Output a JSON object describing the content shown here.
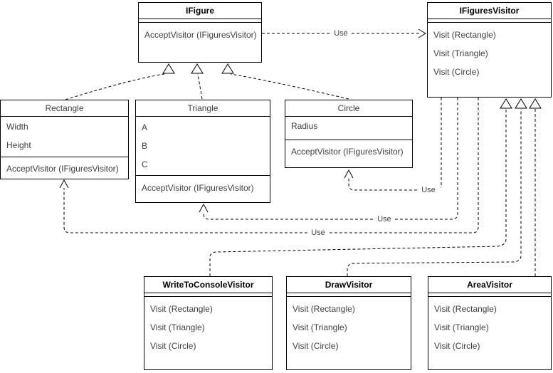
{
  "diagram": {
    "type": "uml-class-diagram",
    "classes": {
      "ifigure": {
        "title": "IFigure",
        "methods": [
          "AcceptVisitor (IFiguresVisitor)"
        ]
      },
      "ifiguresvisitor": {
        "title": "IFiguresVisitor",
        "methods": [
          "Visit (Rectangle)",
          "Visit (Triangle)",
          "Visit (Circle)"
        ]
      },
      "rectangle": {
        "title": "Rectangle",
        "attributes": [
          "Width",
          "Height"
        ],
        "methods": [
          "AcceptVisitor (IFiguresVisitor)"
        ]
      },
      "triangle": {
        "title": "Triangle",
        "attributes": [
          "A",
          "B",
          "C"
        ],
        "methods": [
          "AcceptVisitor (IFiguresVisitor)"
        ]
      },
      "circle": {
        "title": "Circle",
        "attributes": [
          "Radius"
        ],
        "methods": [
          "AcceptVisitor (IFiguresVisitor)"
        ]
      },
      "write_to_console_visitor": {
        "title": "WriteToConsoleVisitor",
        "methods": [
          "Visit (Rectangle)",
          "Visit (Triangle)",
          "Visit (Circle)"
        ]
      },
      "draw_visitor": {
        "title": "DrawVisitor",
        "methods": [
          "Visit (Rectangle)",
          "Visit (Triangle)",
          "Visit (Circle)"
        ]
      },
      "area_visitor": {
        "title": "AreaVisitor",
        "methods": [
          "Visit (Rectangle)",
          "Visit (Triangle)",
          "Visit (Circle)"
        ]
      }
    },
    "edges": {
      "use_label": "Use"
    },
    "colors": {
      "background": "#ffffff",
      "stroke": "#000000",
      "text": "#404040"
    }
  }
}
